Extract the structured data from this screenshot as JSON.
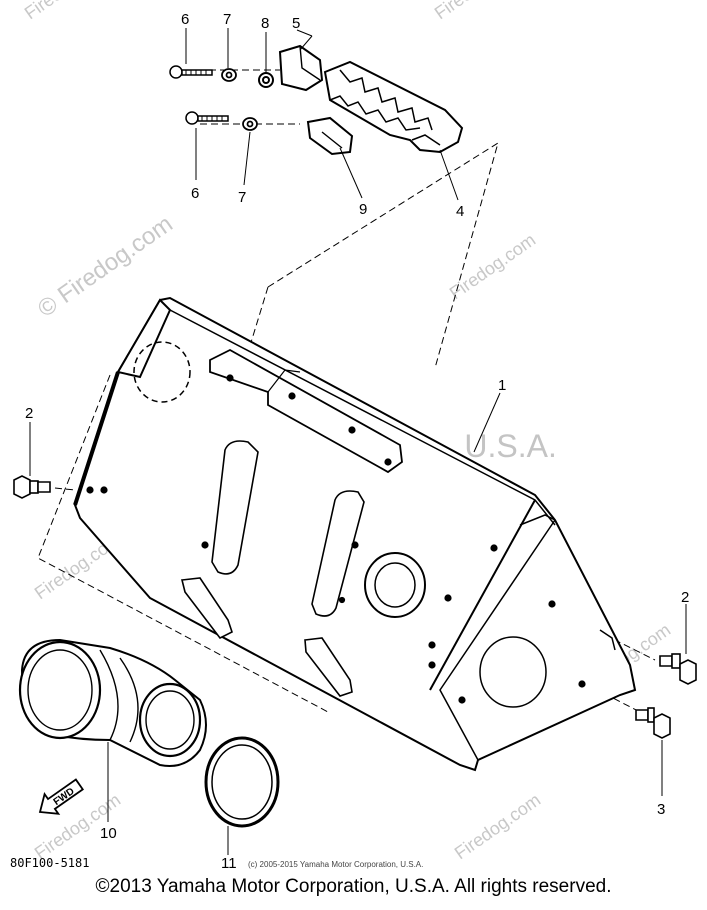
{
  "watermarks": {
    "main": "Yamaha Motor Corp., U.S.A.",
    "firedog": "© Firedog.com",
    "firedog_short": "Firedog.com"
  },
  "callouts": {
    "c1": "1",
    "c2a": "2",
    "c2b": "2",
    "c3": "3",
    "c4": "4",
    "c5": "5",
    "c6a": "6",
    "c6b": "6",
    "c7a": "7",
    "c7b": "7",
    "c8": "8",
    "c9": "9",
    "c10": "10",
    "c11": "11"
  },
  "fwd_label": "FWD",
  "part_code": "80F100-5181",
  "small_copyright": "(c) 2005-2015 Yamaha Motor Corporation, U.S.A.",
  "footer_copyright": "©2013 Yamaha Motor Corporation, U.S.A. All rights reserved."
}
